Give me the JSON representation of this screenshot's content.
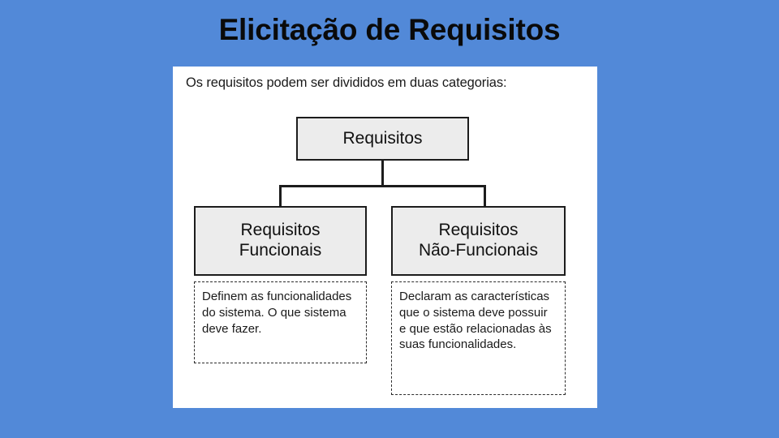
{
  "slide": {
    "title": "Elicitação de Requisitos",
    "background_color": "#5289d8",
    "title_color": "#0a0a0a"
  },
  "diagram": {
    "caption": "Os requisitos podem ser divididos em duas categorias:",
    "panel_background": "#ffffff",
    "node_fill": "#ececec",
    "node_border": "#1c1c1c",
    "nodes": {
      "root": {
        "label": "Requisitos"
      },
      "functional": {
        "line1": "Requisitos",
        "line2": "Funcionais",
        "description": "Definem as funcionalidades do sistema. O que sistema deve fazer."
      },
      "nonfunctional": {
        "line1": "Requisitos",
        "line2": "Não-Funcionais",
        "description": "Declaram as características que o sistema deve possuir e que estão relacionadas às suas funcionalidades."
      }
    }
  }
}
